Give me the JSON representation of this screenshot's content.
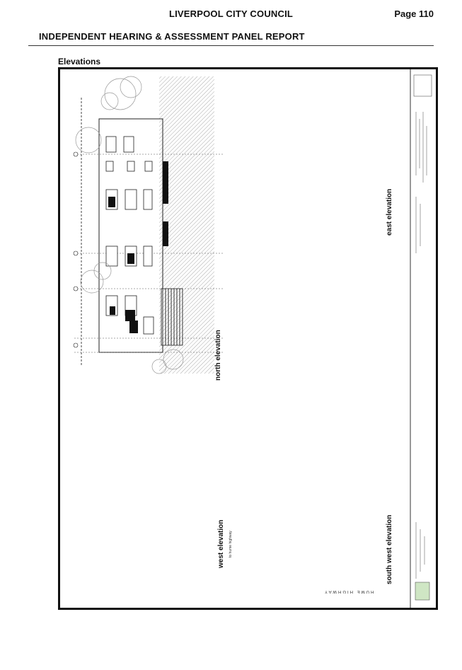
{
  "header": {
    "council": "LIVERPOOL CITY COUNCIL",
    "page": "Page 110",
    "report": "INDEPENDENT HEARING & ASSESSMENT PANEL REPORT"
  },
  "section": {
    "title": "Elevations"
  },
  "drawing": {
    "north_label": "north elevation",
    "east_label": "east elevation",
    "west_label": "west elevation",
    "west_sub": "to hume highway",
    "southwest_label": "south west elevation",
    "road_label": "HUME HIGHWAY"
  }
}
